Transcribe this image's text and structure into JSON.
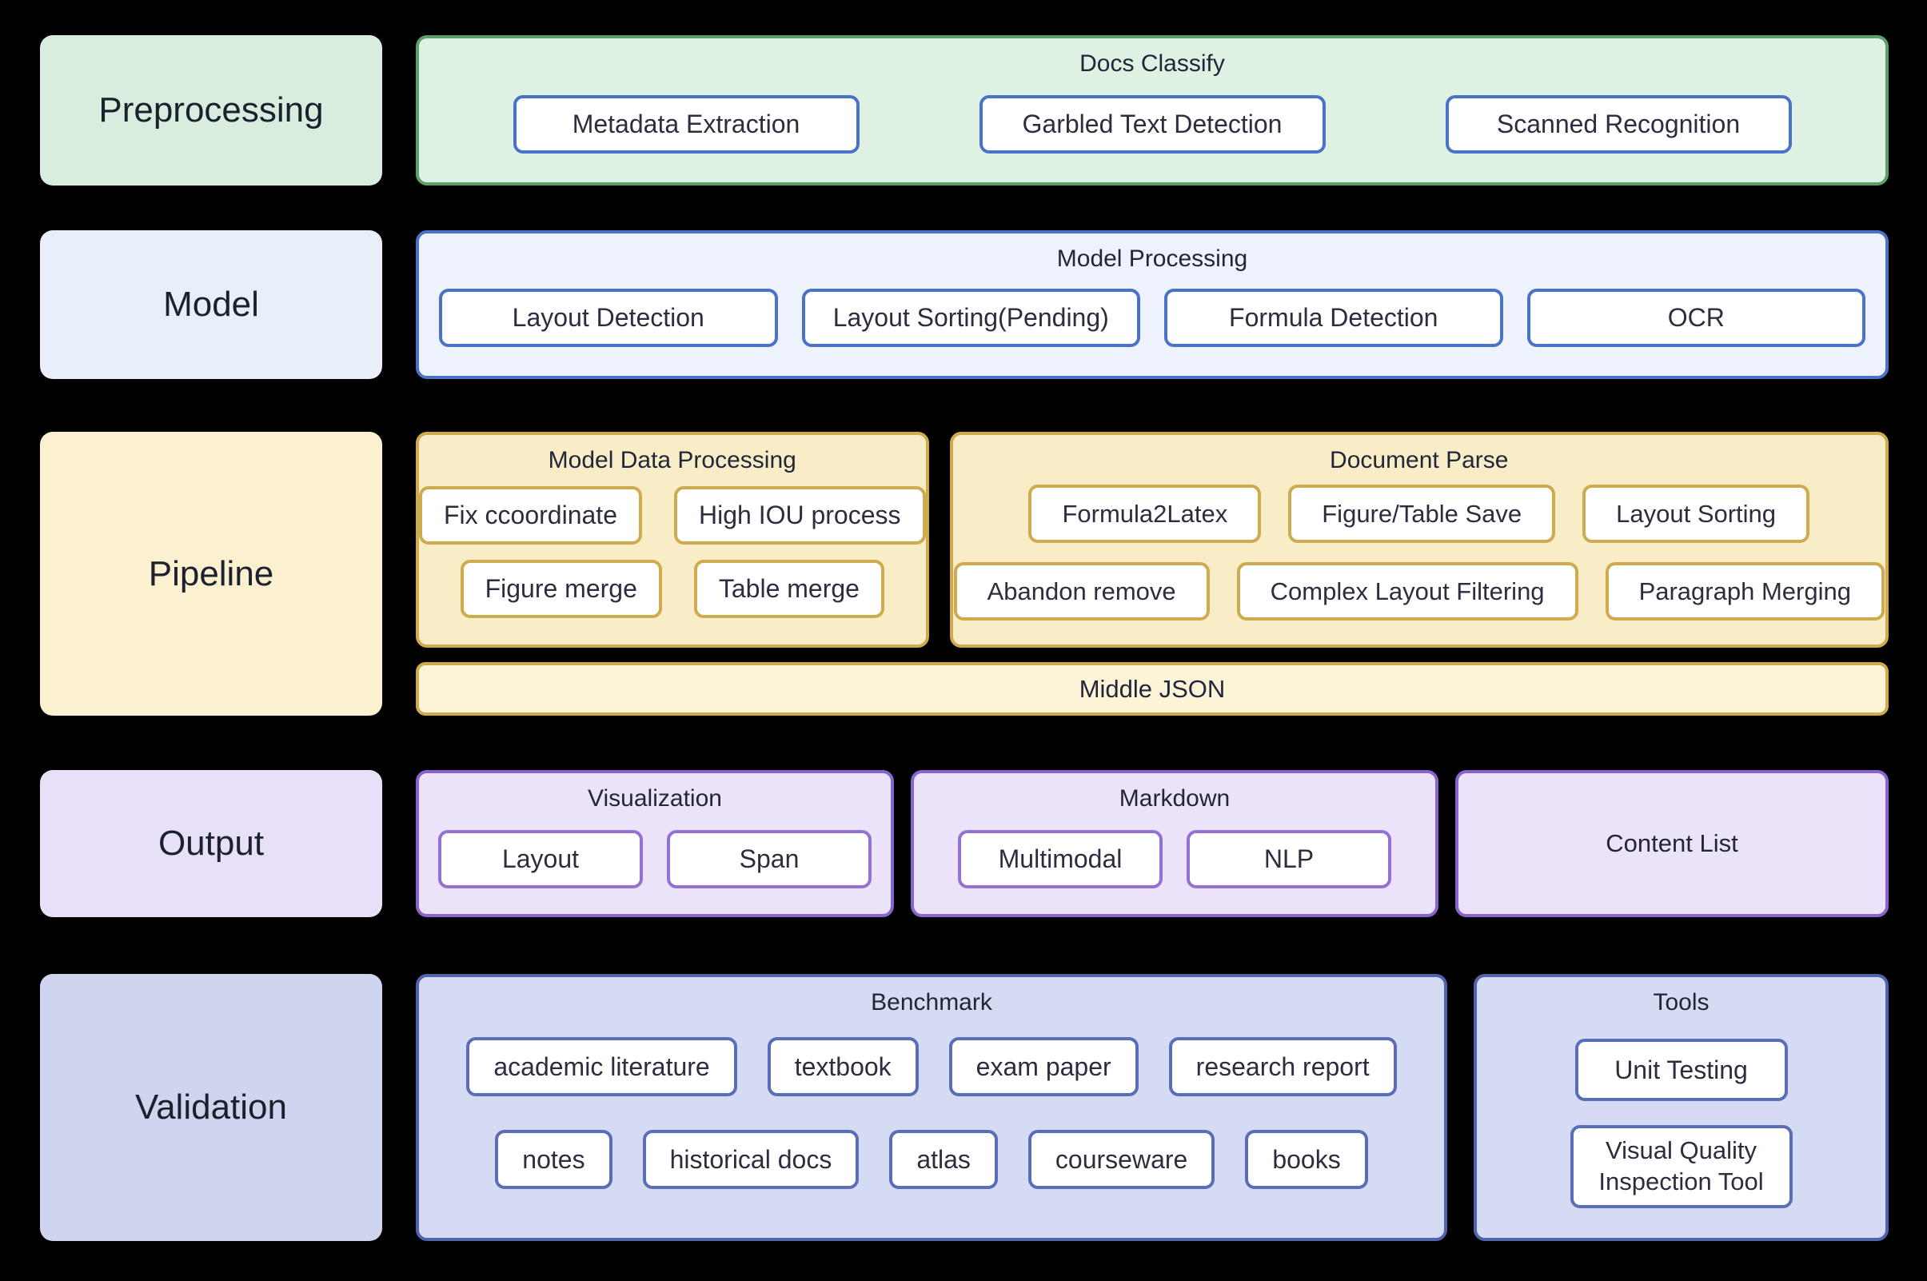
{
  "diagram": {
    "rows": [
      {
        "label": "Preprocessing",
        "section": {
          "title": "Docs Classify",
          "buttons": [
            "Metadata Extraction",
            "Garbled Text Detection",
            "Scanned Recognition"
          ]
        }
      },
      {
        "label": "Model",
        "section": {
          "title": "Model Processing",
          "buttons": [
            "Layout Detection",
            "Layout Sorting(Pending)",
            "Formula Detection",
            "OCR"
          ]
        }
      },
      {
        "label": "Pipeline",
        "sections": [
          {
            "title": "Model Data Processing",
            "button_rows": [
              [
                "Fix ccoordinate",
                "High IOU process"
              ],
              [
                "Figure merge",
                "Table merge"
              ]
            ]
          },
          {
            "title": "Document Parse",
            "button_rows": [
              [
                "Formula2Latex",
                "Figure/Table Save",
                "Layout Sorting"
              ],
              [
                "Abandon remove",
                "Complex Layout Filtering",
                "Paragraph Merging"
              ]
            ]
          }
        ],
        "bar": "Middle JSON"
      },
      {
        "label": "Output",
        "sections": [
          {
            "title": "Visualization",
            "buttons": [
              "Layout",
              "Span"
            ]
          },
          {
            "title": "Markdown",
            "buttons": [
              "Multimodal",
              "NLP"
            ]
          },
          {
            "title": "Content List",
            "buttons": []
          }
        ]
      },
      {
        "label": "Validation",
        "sections": [
          {
            "title": "Benchmark",
            "button_rows": [
              [
                "academic literature",
                "textbook",
                "exam paper",
                "research report"
              ],
              [
                "notes",
                "historical docs",
                "atlas",
                "courseware",
                "books"
              ]
            ]
          },
          {
            "title": "Tools",
            "buttons": [
              "Unit Testing",
              "Visual Quality Inspection Tool"
            ]
          }
        ]
      }
    ],
    "colors": {
      "background": "#000000",
      "text": "#242938",
      "green_border": "#5e9d6c",
      "green_fill": "#def1e3",
      "green_label_fill": "#d9edde",
      "blue_border": "#4a73c8",
      "blue_fill": "#edf2fc",
      "blue_label_fill": "#e9eefb",
      "gold_border": "#cfab4f",
      "gold_fill": "#f9edc7",
      "gold_bar_fill": "#fdf4d8",
      "gold_label_fill": "#fbf0d0",
      "purple_border": "#8a64cd",
      "purple_button_border": "#9471d3",
      "purple_fill": "#eae3f9",
      "purple_label_fill": "#e8e0f8",
      "periwinkle_border": "#5164ab",
      "periwinkle_button_border": "#5b6cb8",
      "periwinkle_fill": "#d5dbf3",
      "periwinkle_label_fill": "#cfd5ef"
    }
  }
}
